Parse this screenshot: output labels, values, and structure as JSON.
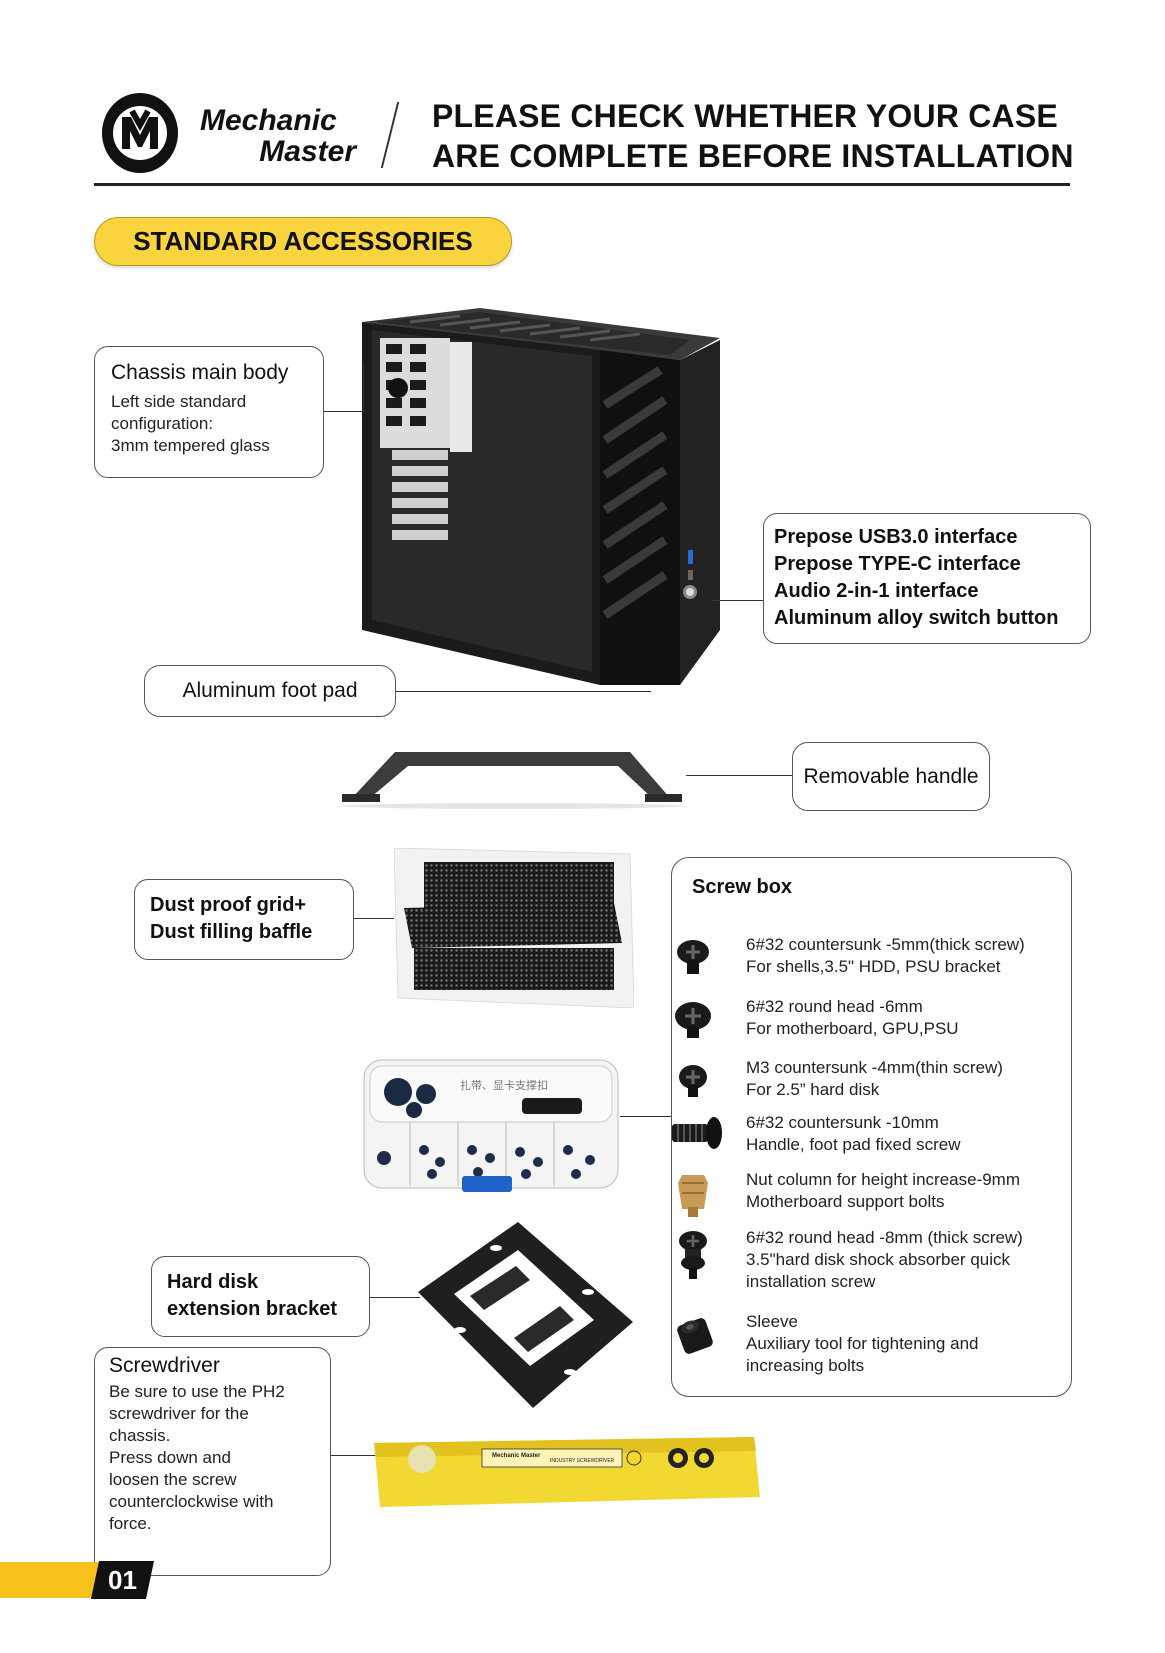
{
  "header": {
    "brand_line1": "Mechanic",
    "brand_line2": "Master",
    "title_line1": "PLEASE CHECK WHETHER YOUR CASE",
    "title_line2": "ARE COMPLETE BEFORE INSTALLATION"
  },
  "section": {
    "label": "STANDARD ACCESSORIES"
  },
  "chassis": {
    "title": "Chassis main body",
    "desc_line1": "Left side standard",
    "desc_line2": "configuration:",
    "desc_line3": "3mm tempered glass"
  },
  "front_io": {
    "line1": "Prepose USB3.0 interface",
    "line2": "Prepose  TYPE-C interface",
    "line3": "Audio 2-in-1 interface",
    "line4": "Aluminum alloy switch button"
  },
  "foot_pad": {
    "label": "Aluminum foot pad"
  },
  "handle": {
    "label": "Removable handle"
  },
  "dust": {
    "line1": "Dust proof grid+",
    "line2": "Dust filling baffle"
  },
  "screw_box": {
    "title": "Screw box",
    "box_label": "扎带、显卡支撑扣",
    "items": [
      {
        "name": "6#32 countersunk -5mm(thick screw)",
        "use": "For shells,3.5\" HDD, PSU bracket"
      },
      {
        "name": "6#32 round head -6mm",
        "use": "For motherboard, GPU,PSU"
      },
      {
        "name": "M3 countersunk -4mm(thin screw)",
        "use": "For 2.5” hard disk"
      },
      {
        "name": "6#32 countersunk -10mm",
        "use": "Handle, foot pad fixed screw"
      },
      {
        "name": "Nut column for height increase-9mm",
        "use": "Motherboard support bolts"
      },
      {
        "name": "6#32 round head -8mm (thick screw)",
        "use": "3.5\"hard disk shock absorber quick",
        "use2": "installation screw"
      },
      {
        "name": "Sleeve",
        "use": "Auxiliary tool for tightening and",
        "use2": "increasing bolts"
      }
    ]
  },
  "hdd_bracket": {
    "line1": "Hard disk",
    "line2": "extension bracket"
  },
  "screwdriver": {
    "title": "Screwdriver",
    "lines": [
      "Be sure to use the PH2",
      "screwdriver for the",
      "chassis.",
      "Press down and",
      "loosen the screw",
      "counterclockwise with",
      "force."
    ],
    "box_brand": "Mechanic Master",
    "box_text": "INDUSTRY SCREWDRIVER"
  },
  "footer": {
    "page_number": "01"
  },
  "colors": {
    "accent_yellow": "#fad43f",
    "page_bar": "#f7c21c",
    "ink": "#111111"
  }
}
